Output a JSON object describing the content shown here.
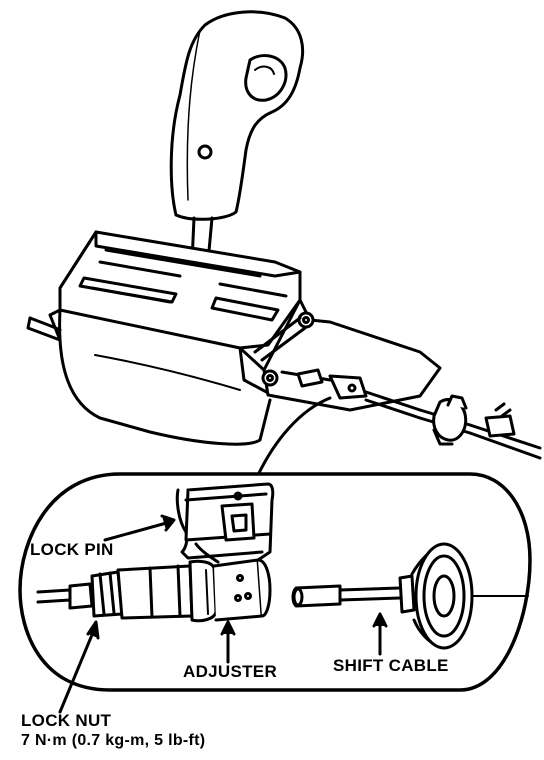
{
  "labels": {
    "lock_pin": "LOCK PIN",
    "adjuster": "ADJUSTER",
    "shift_cable": "SHIFT CABLE",
    "lock_nut": "LOCK NUT",
    "lock_nut_torque": "7 N·m (0.7 kg-m, 5 lb-ft)"
  }
}
